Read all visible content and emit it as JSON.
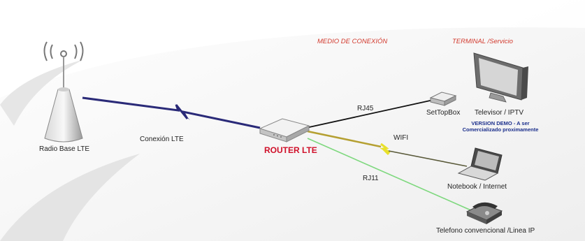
{
  "headers": {
    "medium": "MEDIO DE CONEXIÓN",
    "terminal": "TERMINAL /Servicio"
  },
  "nodes": {
    "radio_base": "Radio Base LTE",
    "router": "ROUTER LTE",
    "settopbox": "SetTopBox",
    "tv": "Televisor / IPTV",
    "notebook": "Notebook  / Internet",
    "phone": "Telefono convencional /Linea IP"
  },
  "links": {
    "lte": "Conexión LTE",
    "rj45": "RJ45",
    "wifi": "WIFI",
    "rj11": "RJ11"
  },
  "note": {
    "line1": "VERSION DEMO -  A ser",
    "line2": "Comercializado proximamente"
  },
  "colors": {
    "lte_link": "#2a2a78",
    "rj45_link": "#111111",
    "wifi_link": "#b5a032",
    "rj11_link": "#7ed87e",
    "header_red": "#d23a2e",
    "router_red": "#d0102a",
    "note_blue": "#1b2f8c"
  },
  "icons": {
    "radio_base": "antenna-tower-icon",
    "router": "router-icon",
    "settopbox": "settopbox-icon",
    "tv": "monitor-icon",
    "notebook": "laptop-icon",
    "phone": "telephone-icon"
  }
}
